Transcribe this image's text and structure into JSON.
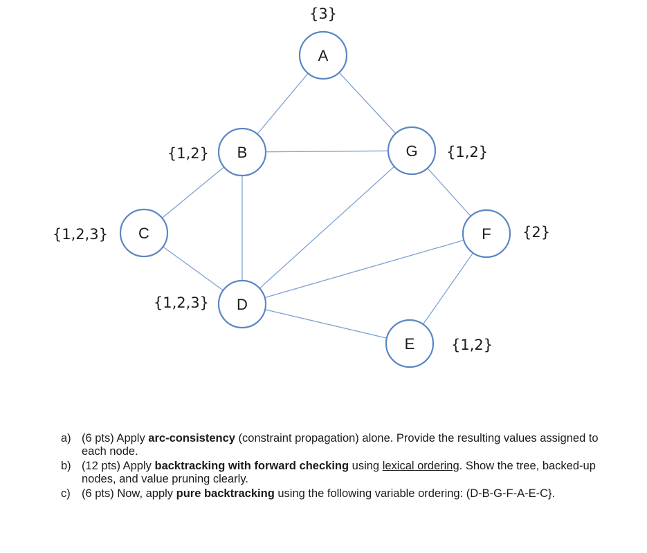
{
  "graph": {
    "nodes": [
      {
        "id": "A",
        "domain": "{3}"
      },
      {
        "id": "B",
        "domain": "{1,2}"
      },
      {
        "id": "G",
        "domain": "{1,2}"
      },
      {
        "id": "C",
        "domain": "{1,2,3}"
      },
      {
        "id": "F",
        "domain": "{2}"
      },
      {
        "id": "D",
        "domain": "{1,2,3}"
      },
      {
        "id": "E",
        "domain": "{1,2}"
      }
    ],
    "edges": [
      [
        "A",
        "B"
      ],
      [
        "A",
        "G"
      ],
      [
        "B",
        "G"
      ],
      [
        "B",
        "C"
      ],
      [
        "B",
        "D"
      ],
      [
        "G",
        "D"
      ],
      [
        "G",
        "F"
      ],
      [
        "C",
        "D"
      ],
      [
        "D",
        "F"
      ],
      [
        "D",
        "E"
      ],
      [
        "F",
        "E"
      ]
    ]
  },
  "questions": {
    "a": {
      "letter": "a)",
      "p1": "(6 pts) Apply ",
      "b1": "arc-consistency",
      "p2": " (constraint propagation) alone. Provide the resulting values assigned to each node."
    },
    "b": {
      "letter": "b)",
      "p1": "(12 pts) Apply ",
      "b1": "backtracking with forward checking",
      "p2": " using ",
      "u1": "lexical ordering",
      "p3": ". Show the tree, backed-up nodes, and value pruning clearly."
    },
    "c": {
      "letter": "c)",
      "p1": "(6 pts) Now, apply ",
      "b1": "pure backtracking",
      "p2": " using the following variable ordering: (D-B-G-F-A-E-C}."
    }
  }
}
